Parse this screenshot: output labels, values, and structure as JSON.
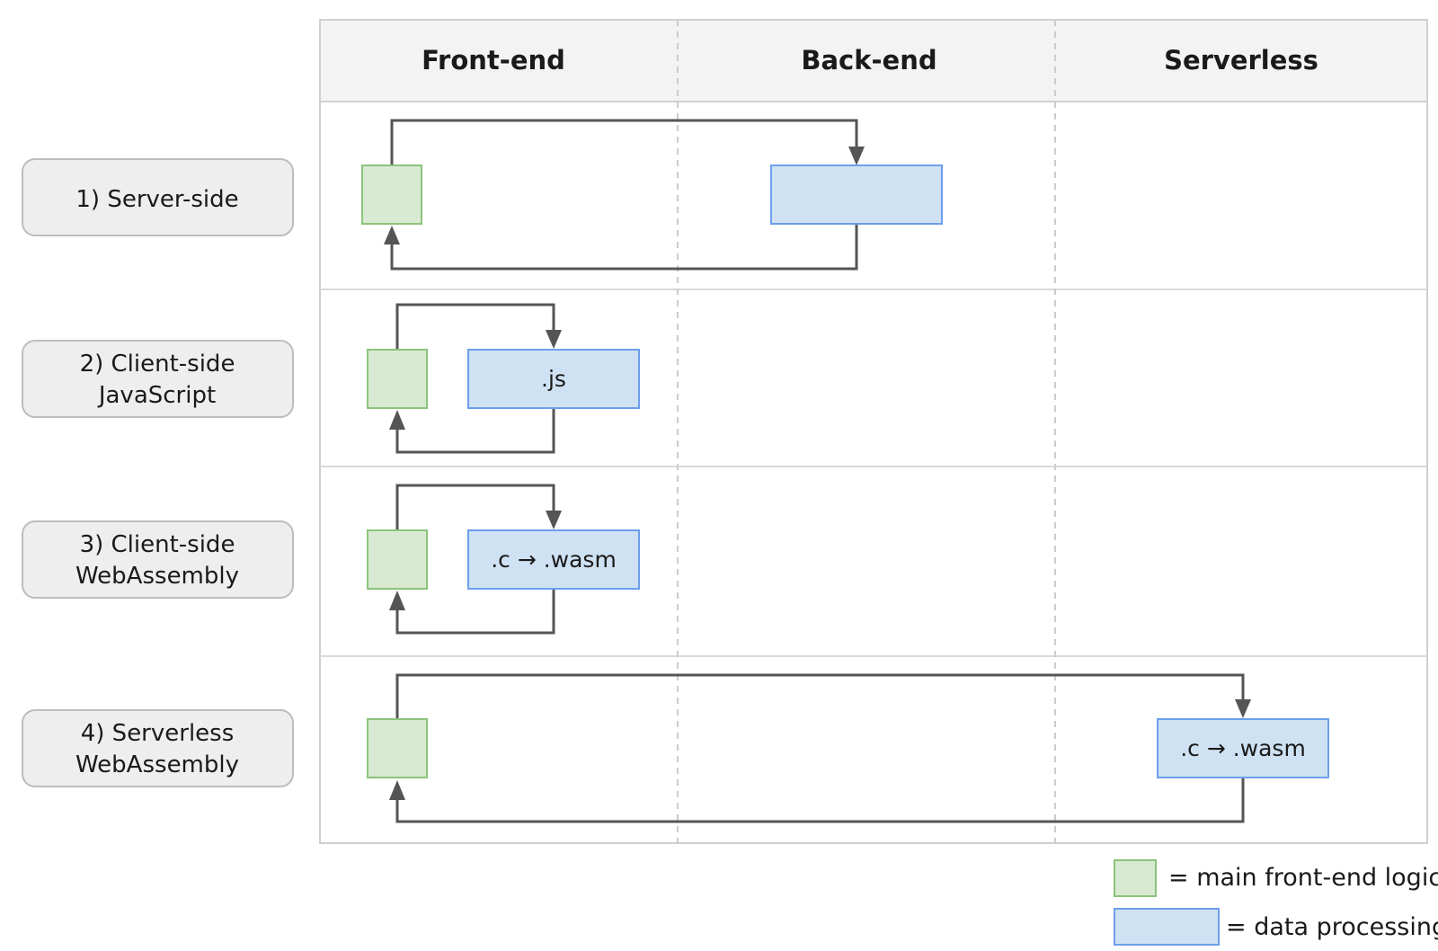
{
  "columns": {
    "frontend": "Front-end",
    "backend": "Back-end",
    "serverless": "Serverless"
  },
  "rows": [
    {
      "line1": "1) Server-side",
      "line2": ""
    },
    {
      "line1": "2) Client-side",
      "line2": "JavaScript"
    },
    {
      "line1": "3) Client-side",
      "line2": "WebAssembly"
    },
    {
      "line1": "4) Serverless",
      "line2": "WebAssembly"
    }
  ],
  "boxes": {
    "row1_processing": "",
    "row2_processing": ".js",
    "row3_processing": ".c → .wasm",
    "row4_processing": ".c → .wasm"
  },
  "legend": {
    "green": "= main front-end logic",
    "blue": "= data processing"
  },
  "colors": {
    "green_fill": "#d9ead3",
    "green_border": "#8cc37a",
    "blue_fill": "#cfe2f3",
    "blue_border": "#6d9eeb",
    "arrow": "#555555",
    "header_bg": "#f3f3f3"
  }
}
